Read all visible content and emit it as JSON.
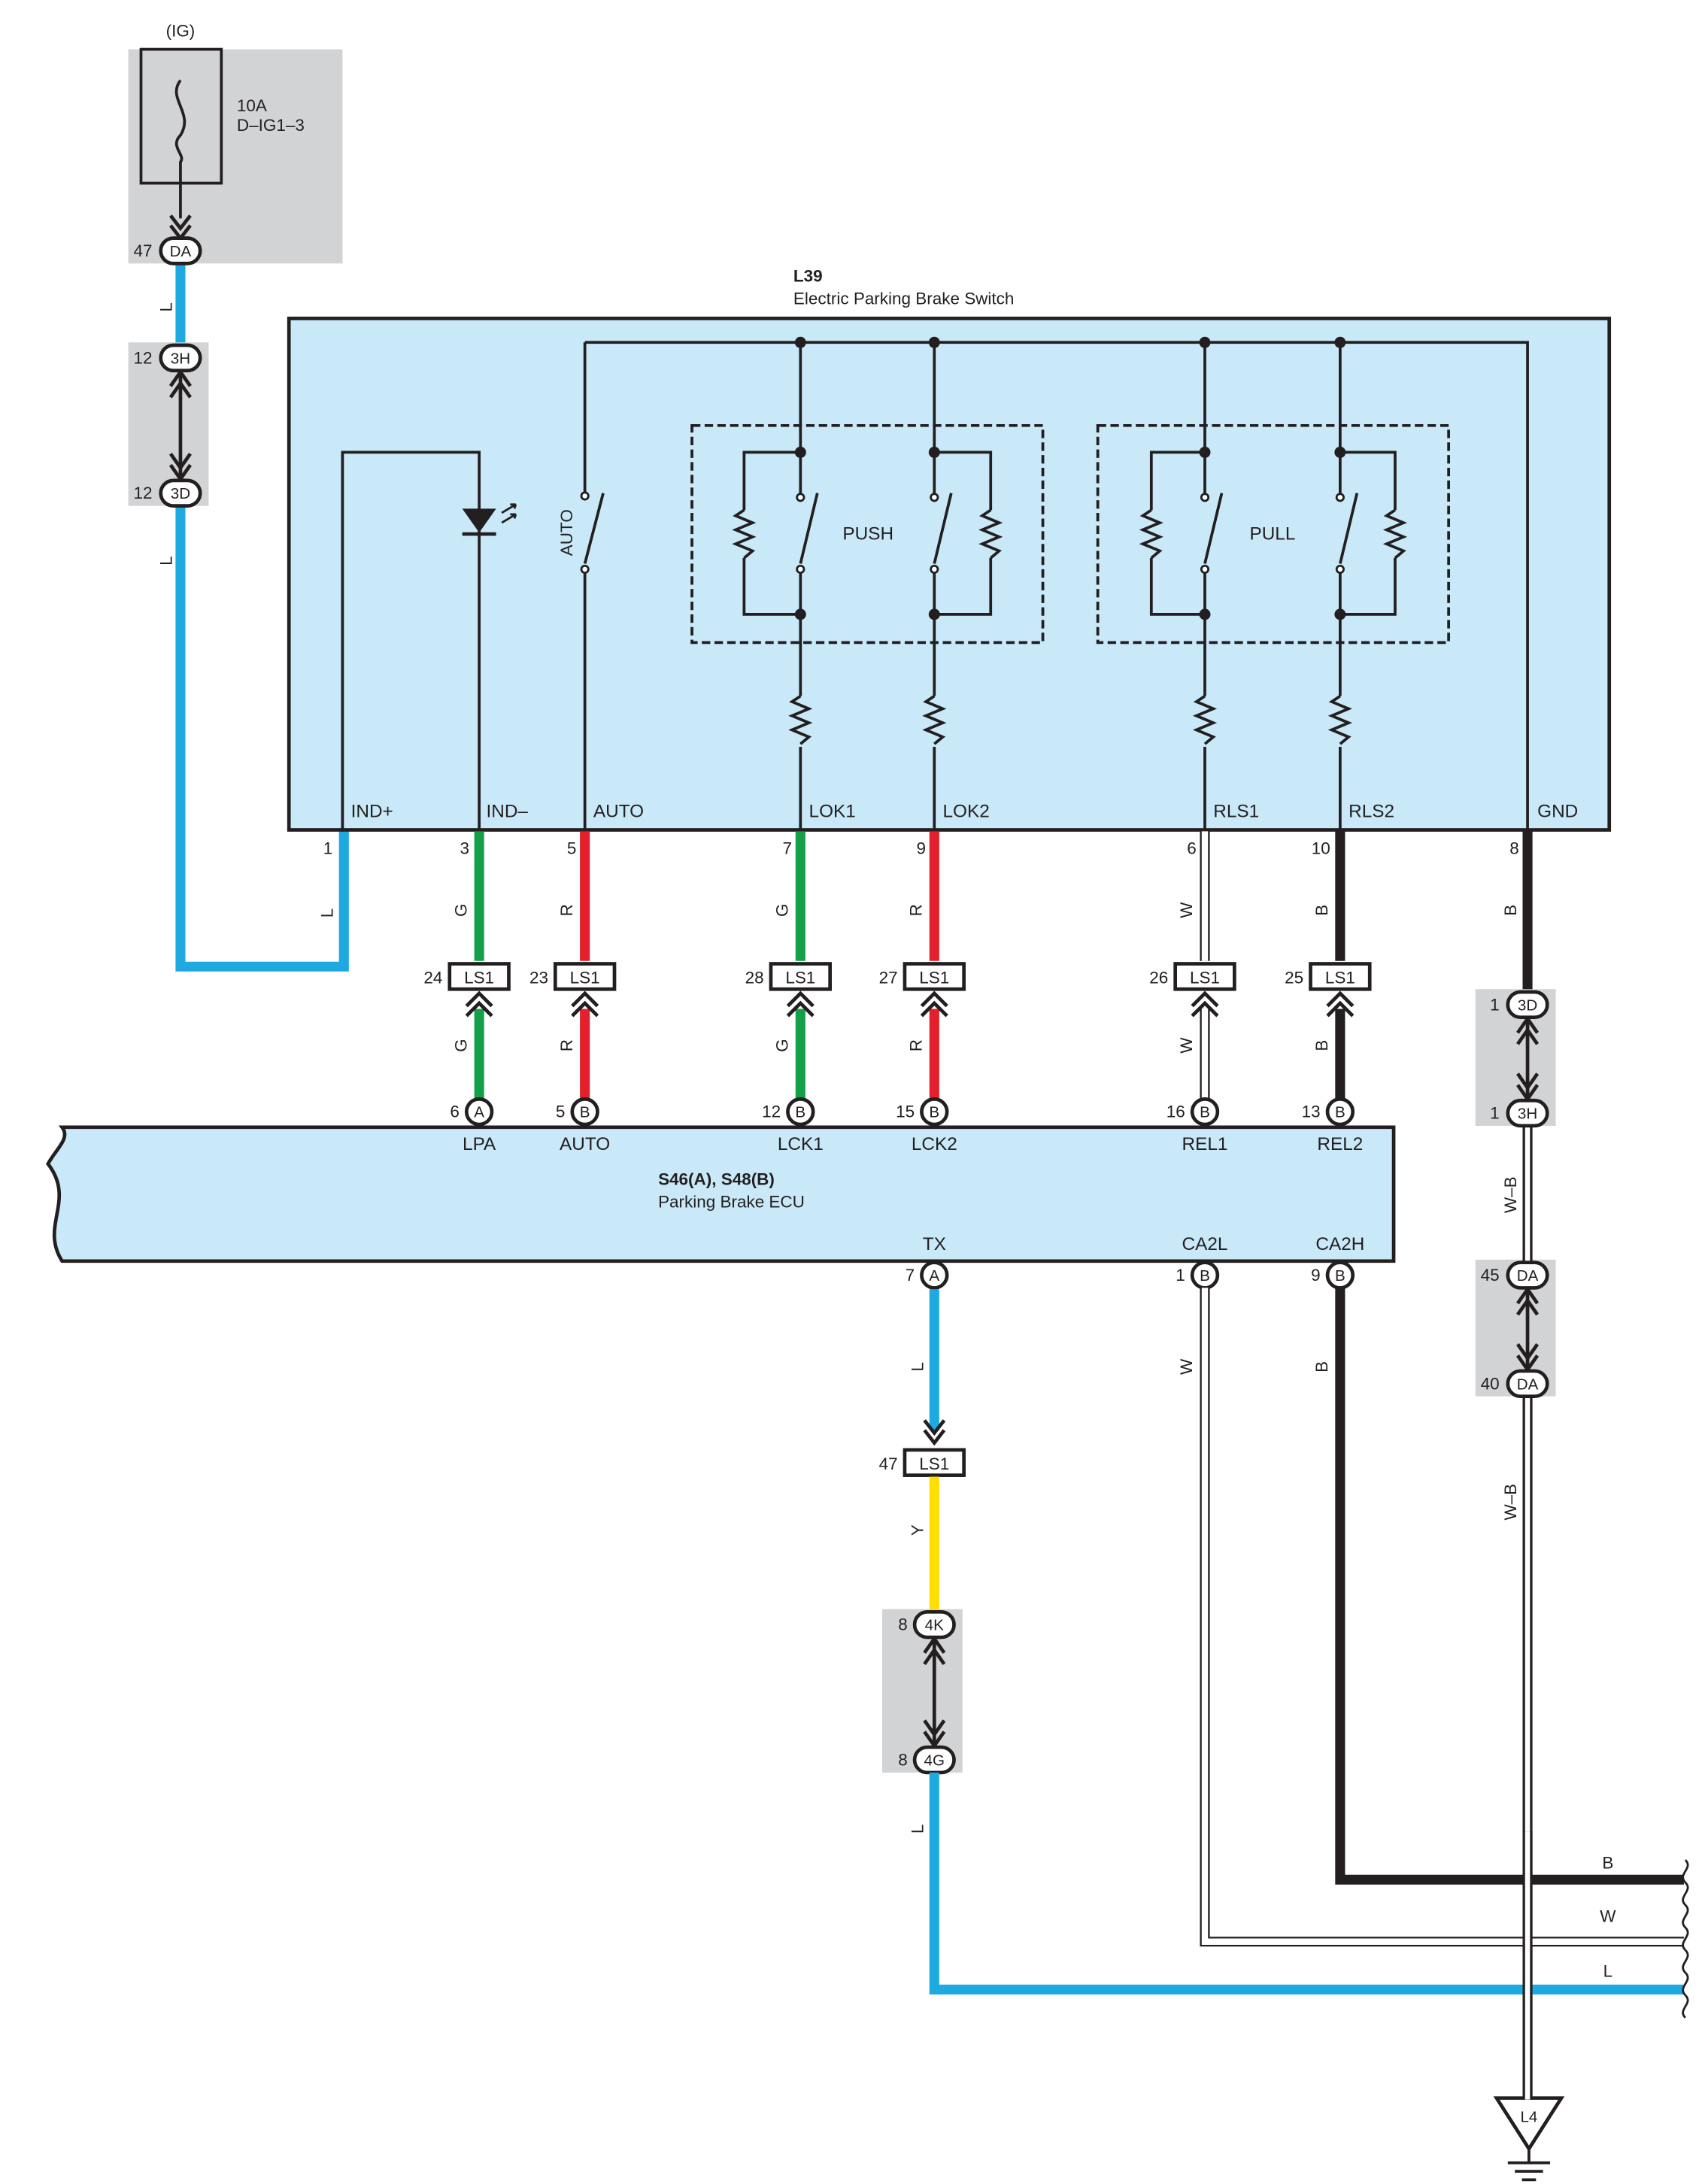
{
  "power": {
    "label": "(IG)"
  },
  "fuse": {
    "rating": "10A",
    "name": "D–IG1–3"
  },
  "switch": {
    "code": "L39",
    "name": "Electric Parking Brake Switch"
  },
  "ecu": {
    "code": "S46(A), S48(B)",
    "name": "Parking Brake ECU"
  },
  "auto_switch_label": "AUTO",
  "groups": {
    "push": "PUSH",
    "pull": "PULL"
  },
  "switch_pins": [
    {
      "name": "IND+",
      "num": "1"
    },
    {
      "name": "IND–",
      "num": "3"
    },
    {
      "name": "AUTO",
      "num": "5"
    },
    {
      "name": "LOK1",
      "num": "7"
    },
    {
      "name": "LOK2",
      "num": "9"
    },
    {
      "name": "RLS1",
      "num": "6"
    },
    {
      "name": "RLS2",
      "num": "10"
    },
    {
      "name": "GND",
      "num": "8"
    }
  ],
  "ls1_connectors": [
    {
      "num": "24",
      "label": "LS1"
    },
    {
      "num": "23",
      "label": "LS1"
    },
    {
      "num": "28",
      "label": "LS1"
    },
    {
      "num": "27",
      "label": "LS1"
    },
    {
      "num": "26",
      "label": "LS1"
    },
    {
      "num": "25",
      "label": "LS1"
    }
  ],
  "ecu_top_pins": [
    {
      "num": "6",
      "conn": "A",
      "name": "LPA"
    },
    {
      "num": "5",
      "conn": "B",
      "name": "AUTO"
    },
    {
      "num": "12",
      "conn": "B",
      "name": "LCK1"
    },
    {
      "num": "15",
      "conn": "B",
      "name": "LCK2"
    },
    {
      "num": "16",
      "conn": "B",
      "name": "REL1"
    },
    {
      "num": "13",
      "conn": "B",
      "name": "REL2"
    }
  ],
  "ecu_bottom_pins": [
    {
      "num": "7",
      "conn": "A",
      "name": "TX"
    },
    {
      "num": "1",
      "conn": "B",
      "name": "CA2L"
    },
    {
      "num": "9",
      "conn": "B",
      "name": "CA2H"
    }
  ],
  "junctions": {
    "fuse_out": {
      "num": "47",
      "label": "DA"
    },
    "left_top": {
      "num": "12",
      "label": "3H"
    },
    "left_bottom": {
      "num": "12",
      "label": "3D"
    },
    "gnd_top_1": {
      "num": "1",
      "label": "3D"
    },
    "gnd_bottom_1": {
      "num": "1",
      "label": "3H"
    },
    "gnd_top_2": {
      "num": "45",
      "label": "DA"
    },
    "gnd_bottom_2": {
      "num": "40",
      "label": "DA"
    },
    "tx_ls1": {
      "num": "47",
      "label": "LS1"
    },
    "tx_top": {
      "num": "8",
      "label": "4K"
    },
    "tx_bottom": {
      "num": "8",
      "label": "4G"
    }
  },
  "wire_colors": {
    "ig_feed": "L",
    "ig_feed_2": "L",
    "ind_plus": "L",
    "ind_minus": "G",
    "auto": "R",
    "lok1": "G",
    "lok2": "R",
    "rls1": "W",
    "rls2": "B",
    "gnd": "B",
    "ind_minus_lower": "G",
    "auto_lower": "R",
    "lok1_lower": "G",
    "lok2_lower": "R",
    "rls1_lower": "W",
    "rls2_lower": "B",
    "gnd_mid": "W–B",
    "gnd_low": "W–B",
    "tx": "L",
    "tx_y": "Y",
    "tx_low": "L",
    "ca2l": "W",
    "ca2h": "B",
    "bus_b": "B",
    "bus_w": "W",
    "bus_l": "L"
  },
  "ground": {
    "label": "L4"
  },
  "colors": {
    "blue_wire": "#1fa9e1",
    "green_wire": "#13a049",
    "red_wire": "#e3202b",
    "yellow_wire": "#ffde00",
    "black_wire": "#231f20",
    "component_fill": "#c9e9f8",
    "splice_box": "#d2d3d5"
  }
}
